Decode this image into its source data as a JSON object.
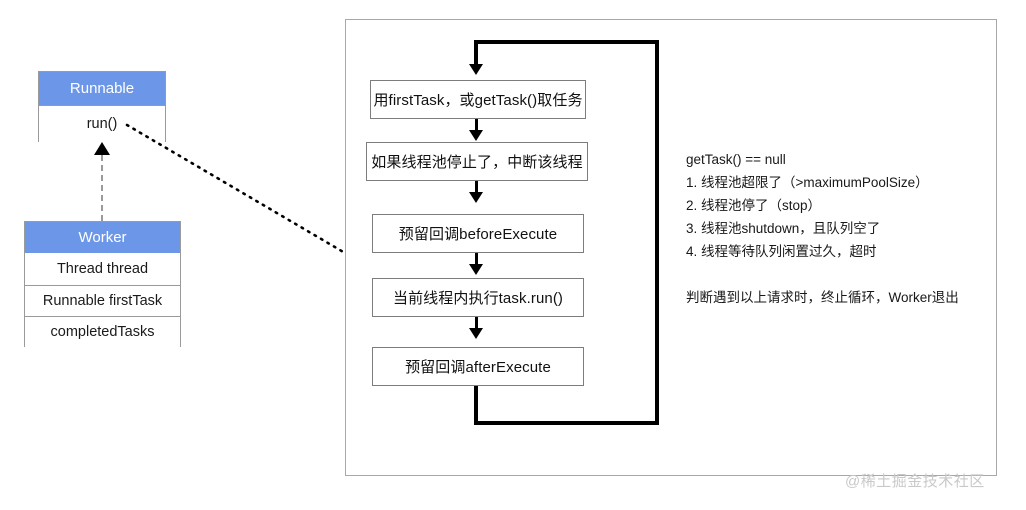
{
  "diagram": {
    "classes": [
      {
        "name": "runnable-class",
        "title": "Runnable",
        "members": [
          "run()"
        ]
      },
      {
        "name": "worker-class",
        "title": "Worker",
        "members": [
          "Thread thread",
          "Runnable firstTask",
          "completedTasks"
        ]
      }
    ],
    "flow": {
      "steps": [
        "用firstTask，或getTask()取任务",
        "如果线程池停止了，中断该线程",
        "预留回调beforeExecute",
        "当前线程内执行task.run()",
        "预留回调afterExecute"
      ]
    },
    "notes": {
      "heading": "getTask() == null",
      "items": [
        "1. 线程池超限了（>maximumPoolSize）",
        "2. 线程池停了（stop）",
        "3. 线程池shutdown，且队列空了",
        "4. 线程等待队列闲置过久，超时"
      ],
      "conclusion": "判断遇到以上请求时，终止循环，Worker退出"
    },
    "watermark": "@稀土掘金技术社区",
    "colors": {
      "class_header_blue": "#6c97e8",
      "class_border_gray": "#9a9a9a",
      "flow_border_gray": "#7d7d7d",
      "connector_black": "#000000",
      "watermark_gray": "#c9c9c9"
    }
  }
}
